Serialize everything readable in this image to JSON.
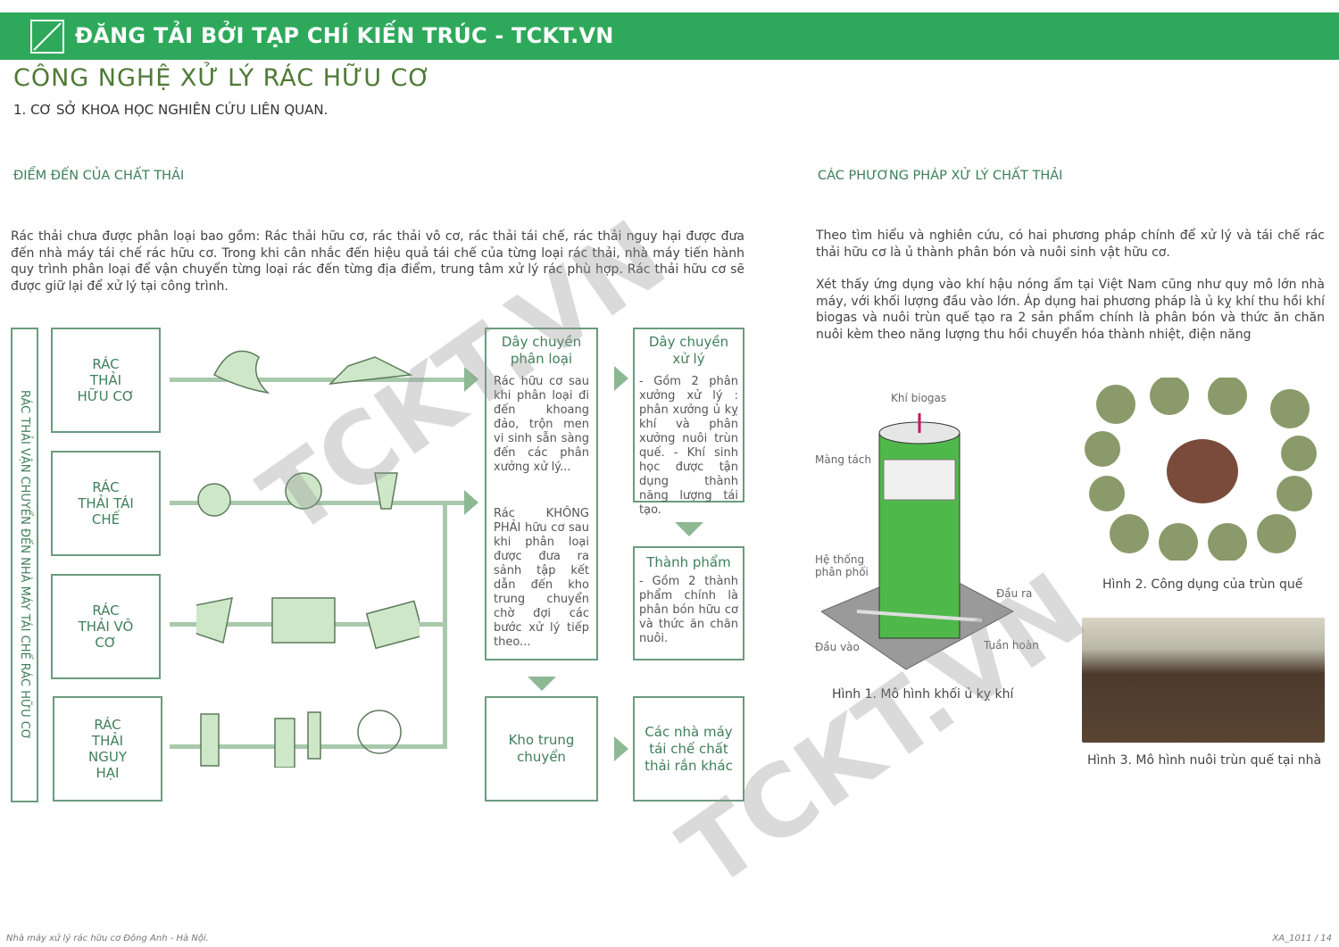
{
  "header": {
    "title": "ĐĂNG TẢI BỞI TẠP CHÍ KIẾN TRÚC - TCKT.VN"
  },
  "page_title": "CÔNG NGHỆ XỬ LÝ RÁC HỮU CƠ",
  "subtitle": "1. CƠ SỞ KHOA HỌC NGHIÊN CỨU LIÊN QUAN.",
  "left": {
    "heading": "ĐIỂM ĐẾN CỦA CHẤT THẢI",
    "paragraph": "Rác thải chưa được phân loại bao gồm: Rác thải hữu cơ, rác thải vô cơ, rác thải tái chế, rác thải nguy hại được đưa đến nhà máy tái chế rác hữu cơ. Trong khi cân nhắc đến hiệu quả tái chế của từng loại rác thải, nhà máy tiến hành quy trình phân loại để vận chuyển từng loại rác đến từng địa điểm, trung tâm xử lý rác phù hợp. Rác thải hữu cơ sẽ được giữ lại để xử lý tại công trình.",
    "vertical_label": "RÁC THẢI VẬN CHUYỂN ĐẾN NHÀ MÁY TÁI CHẾ RÁC HỮU CƠ",
    "categories": [
      "RÁC THẢI HỮU CƠ",
      "RÁC THẢI TÁI CHẾ",
      "RÁC THẢI VÔ CƠ",
      "RÁC THẢI NGUY HẠI"
    ],
    "sorting": {
      "title": "Dây chuyền phân loại",
      "body1": "Rác hữu cơ sau khi phân loại đi đến khoang đảo, trộn men vi sinh sẵn sàng đến các phân xưởng xử lý...",
      "body2": "Rác KHÔNG PHẢI hữu cơ sau khi phân loại được đưa ra sảnh tập kết dẫn đến kho trung chuyển chờ đợi các bước xử lý tiếp theo..."
    },
    "processing": {
      "title": "Dây chuyền xử lý",
      "body": "- Gồm 2 phân xưởng xử lý : phân xưởng ủ kỵ khí và phân xưởng nuôi trùn quế. - Khí sinh học được tận dụng thành năng lượng tái tạo."
    },
    "product": {
      "title": "Thành phẩm",
      "body": "- Gồm 2 thành phẩm chính là phân bón hữu cơ và thức ăn chăn nuôi."
    },
    "warehouse": {
      "title": "Kho trung chuyển"
    },
    "other_plants": {
      "title": "Các nhà máy tái chế chất thải rắn khác"
    }
  },
  "right": {
    "heading": "CÁC PHƯƠNG PHÁP XỬ LÝ CHẤT THẢI",
    "para1": "Theo tìm hiểu và nghiên cứu, có hai phương pháp chính để xử lý và tái chế rác thải hữu cơ là ủ thành phân bón và nuôi sinh vật hữu cơ.",
    "para2": "Xét thấy ứng dụng vào khí hậu nóng ẩm tại Việt Nam cũng như quy mô lớn nhà máy, với khối lượng đầu vào lớn. Áp dụng hai phương pháp là ủ kỵ khí thu hồi khí biogas và nuôi trùn quế tạo ra 2 sản phẩm chính là phân bón và thức ăn chăn nuôi kèm theo năng lượng thu hồi chuyển hóa thành nhiệt, điện năng",
    "diagram_labels": {
      "biogas": "Khí biogas",
      "membrane": "Màng tách",
      "distribution": "Hệ thống phân phối",
      "outlet": "Đầu ra",
      "inlet": "Đầu vào",
      "recirculation": "Tuần hoàn"
    },
    "captions": [
      "Hình 1. Mô hình khối ủ kỵ khí",
      "Hình 2. Công dụng của trùn quế",
      "Hình 3. Mô hình nuôi trùn quế tại nhà"
    ]
  },
  "watermark": "TCKT.VN",
  "footer": {
    "left": "Nhà máy xử lý rác hữu cơ Đông Anh - Hà Nội.",
    "right": "XA_1011 / 14"
  },
  "colors": {
    "header": "#2ea95b",
    "accent": "#3f7f5a",
    "box_border": "#6b9b7e"
  }
}
